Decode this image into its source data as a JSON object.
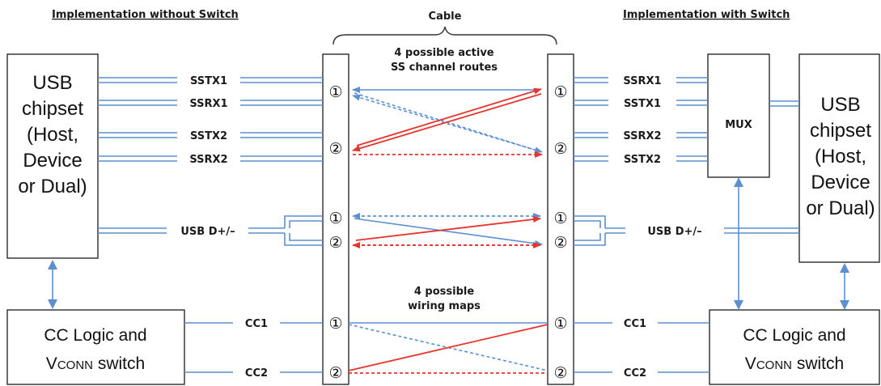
{
  "headers": {
    "left": "Implementation without Switch",
    "cable": "Cable",
    "right": "Implementation with Switch"
  },
  "annotations": {
    "ss_routes_line1": "4 possible active",
    "ss_routes_line2": "SS channel routes",
    "wiring_line1": "4 possible",
    "wiring_line2": "wiring maps"
  },
  "left_chipset": {
    "line1": "USB",
    "line2": "chipset",
    "line3": "(Host,",
    "line4": "Device",
    "line5": "or Dual)"
  },
  "right_chipset": {
    "line1": "USB",
    "line2": "chipset",
    "line3": "(Host,",
    "line4": "Device",
    "line5": "or Dual)"
  },
  "cc_logic": {
    "line1": "CC Logic and",
    "vconn_v": "V",
    "vconn_rest": "CONN",
    "switch_word": "switch"
  },
  "mux_label": "MUX",
  "left_signals": {
    "sstx1": "SSTX1",
    "ssrx1": "SSRX1",
    "sstx2": "SSTX2",
    "ssrx2": "SSRX2",
    "usb_d": "USB D+/–",
    "cc1": "CC1",
    "cc2": "CC2"
  },
  "right_signals": {
    "ssrx1": "SSRX1",
    "sstx1": "SSTX1",
    "ssrx2": "SSRX2",
    "sstx2": "SSTX2",
    "usb_d": "USB D+/–",
    "cc1": "CC1",
    "cc2": "CC2"
  },
  "markers": {
    "one": "①",
    "two": "②"
  },
  "colors": {
    "wire_blue": "#5b8fd0",
    "route_red": "#e8342e"
  }
}
